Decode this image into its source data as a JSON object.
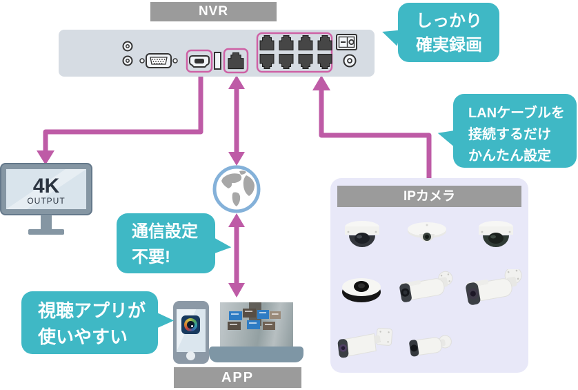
{
  "palette": {
    "bubble_teal": "#3FB8C5",
    "arrow_magenta": "#BE5BA6",
    "port_highlight_pink": "#CE61A5",
    "label_bar_gray": "#9B9B9B",
    "panel_lavender": "#E8E8F8",
    "nvr_body_gray": "#D6DCE3",
    "globe_ring_blue": "#84B1D9"
  },
  "nvr": {
    "label": "NVR"
  },
  "monitor": {
    "resolution": "4K",
    "caption": "OUTPUT"
  },
  "app_bar": {
    "label": "APP"
  },
  "ip_panel": {
    "label": "IPカメラ",
    "cameras": [
      "dome",
      "dome-mini",
      "dome",
      "fisheye",
      "bullet",
      "bullet",
      "bullet",
      "bullet-small"
    ]
  },
  "bubbles": {
    "recording": {
      "lines": [
        "しっかり",
        "確実録画"
      ]
    },
    "lan": {
      "lines": [
        "LANケーブルを",
        "接続するだけ",
        "かんたん設定"
      ]
    },
    "no_config": {
      "lines": [
        "通信設定",
        "不要!"
      ]
    },
    "viewer_app": {
      "lines": [
        "視聴アプリが",
        "使いやすい"
      ]
    }
  },
  "connections": [
    {
      "from": "nvr-hdmi-port",
      "to": "4k-monitor",
      "style": "arrow"
    },
    {
      "from": "nvr-lan-port",
      "to": "internet-globe",
      "style": "double-arrow"
    },
    {
      "from": "internet-globe",
      "to": "app-devices",
      "style": "double-arrow"
    },
    {
      "from": "ip-camera-panel",
      "to": "nvr-poe-ports",
      "style": "arrow"
    }
  ]
}
